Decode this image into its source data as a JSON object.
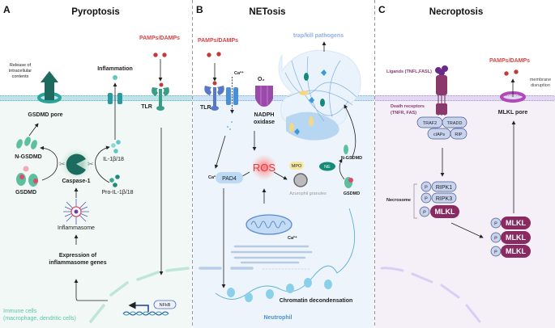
{
  "panels": {
    "a": {
      "letter": "A",
      "title": "Pyroptosis",
      "pamps": "PAMPs/DAMPs",
      "release": [
        "Release of",
        "intracellular",
        "contents"
      ],
      "inflammation": "Inflammation",
      "tlr": "TLR",
      "gsdmd_pore": "GSDMD pore",
      "n_gsdmd": "N-GSDMD",
      "gsdmd": "GSDMD",
      "caspase": "Caspase-1",
      "il": "IL-1β/18",
      "pro_il": "Pro-IL-1β/18",
      "inflammasome": "Inflammasome",
      "expression": [
        "Expression of",
        "inflammasome genes"
      ],
      "nfkb": "NFkB",
      "cells": [
        "Immune cells",
        "(macrophage, dendritic cells)"
      ]
    },
    "b": {
      "letter": "B",
      "title": "NETosis",
      "pamps": "PAMPs/DAMPs",
      "trap": "trap/kill pathogens",
      "ca": "Ca²⁺",
      "o2": "O₂",
      "tlr": "TLR",
      "nadph": [
        "NADPH",
        "oxidase"
      ],
      "ros": "ROS",
      "mpo": "MPO",
      "ne": "NE",
      "n_gsdmd": "N-GSDMD",
      "gsdmd": "GSDMD",
      "azurophil": "Azurophil granules",
      "pad4": "PAD4",
      "ca_pad": "Ca²⁺",
      "ca_mito": "Ca²⁺",
      "chromatin": "Chromatin decondensation",
      "neutrophil": "Neutrophil"
    },
    "c": {
      "letter": "C",
      "title": "Necroptosis",
      "ligands": "Ligands (TNFL,FASL)",
      "pamps": "PAMPs/DAMPs",
      "membrane": [
        "membrane",
        "disruption"
      ],
      "death": [
        "Death receptors",
        "(TNFR, FAS)"
      ],
      "traf2": "TRAF2",
      "tradd": "TRADD",
      "ciaps": "cIAPs",
      "rip": "RIP",
      "necrosome": "Necrosome",
      "p": "P",
      "ripk1": "RIPK1",
      "ripk3": "RIPK3",
      "mlkl": "MLKL",
      "mlkl_pore": "MLKL pore"
    }
  },
  "colors": {
    "pyroptosis": "#3aa88f",
    "netosis": "#7fb2e0",
    "necroptosis": "#8a2a62",
    "pamps": "#d94545"
  }
}
